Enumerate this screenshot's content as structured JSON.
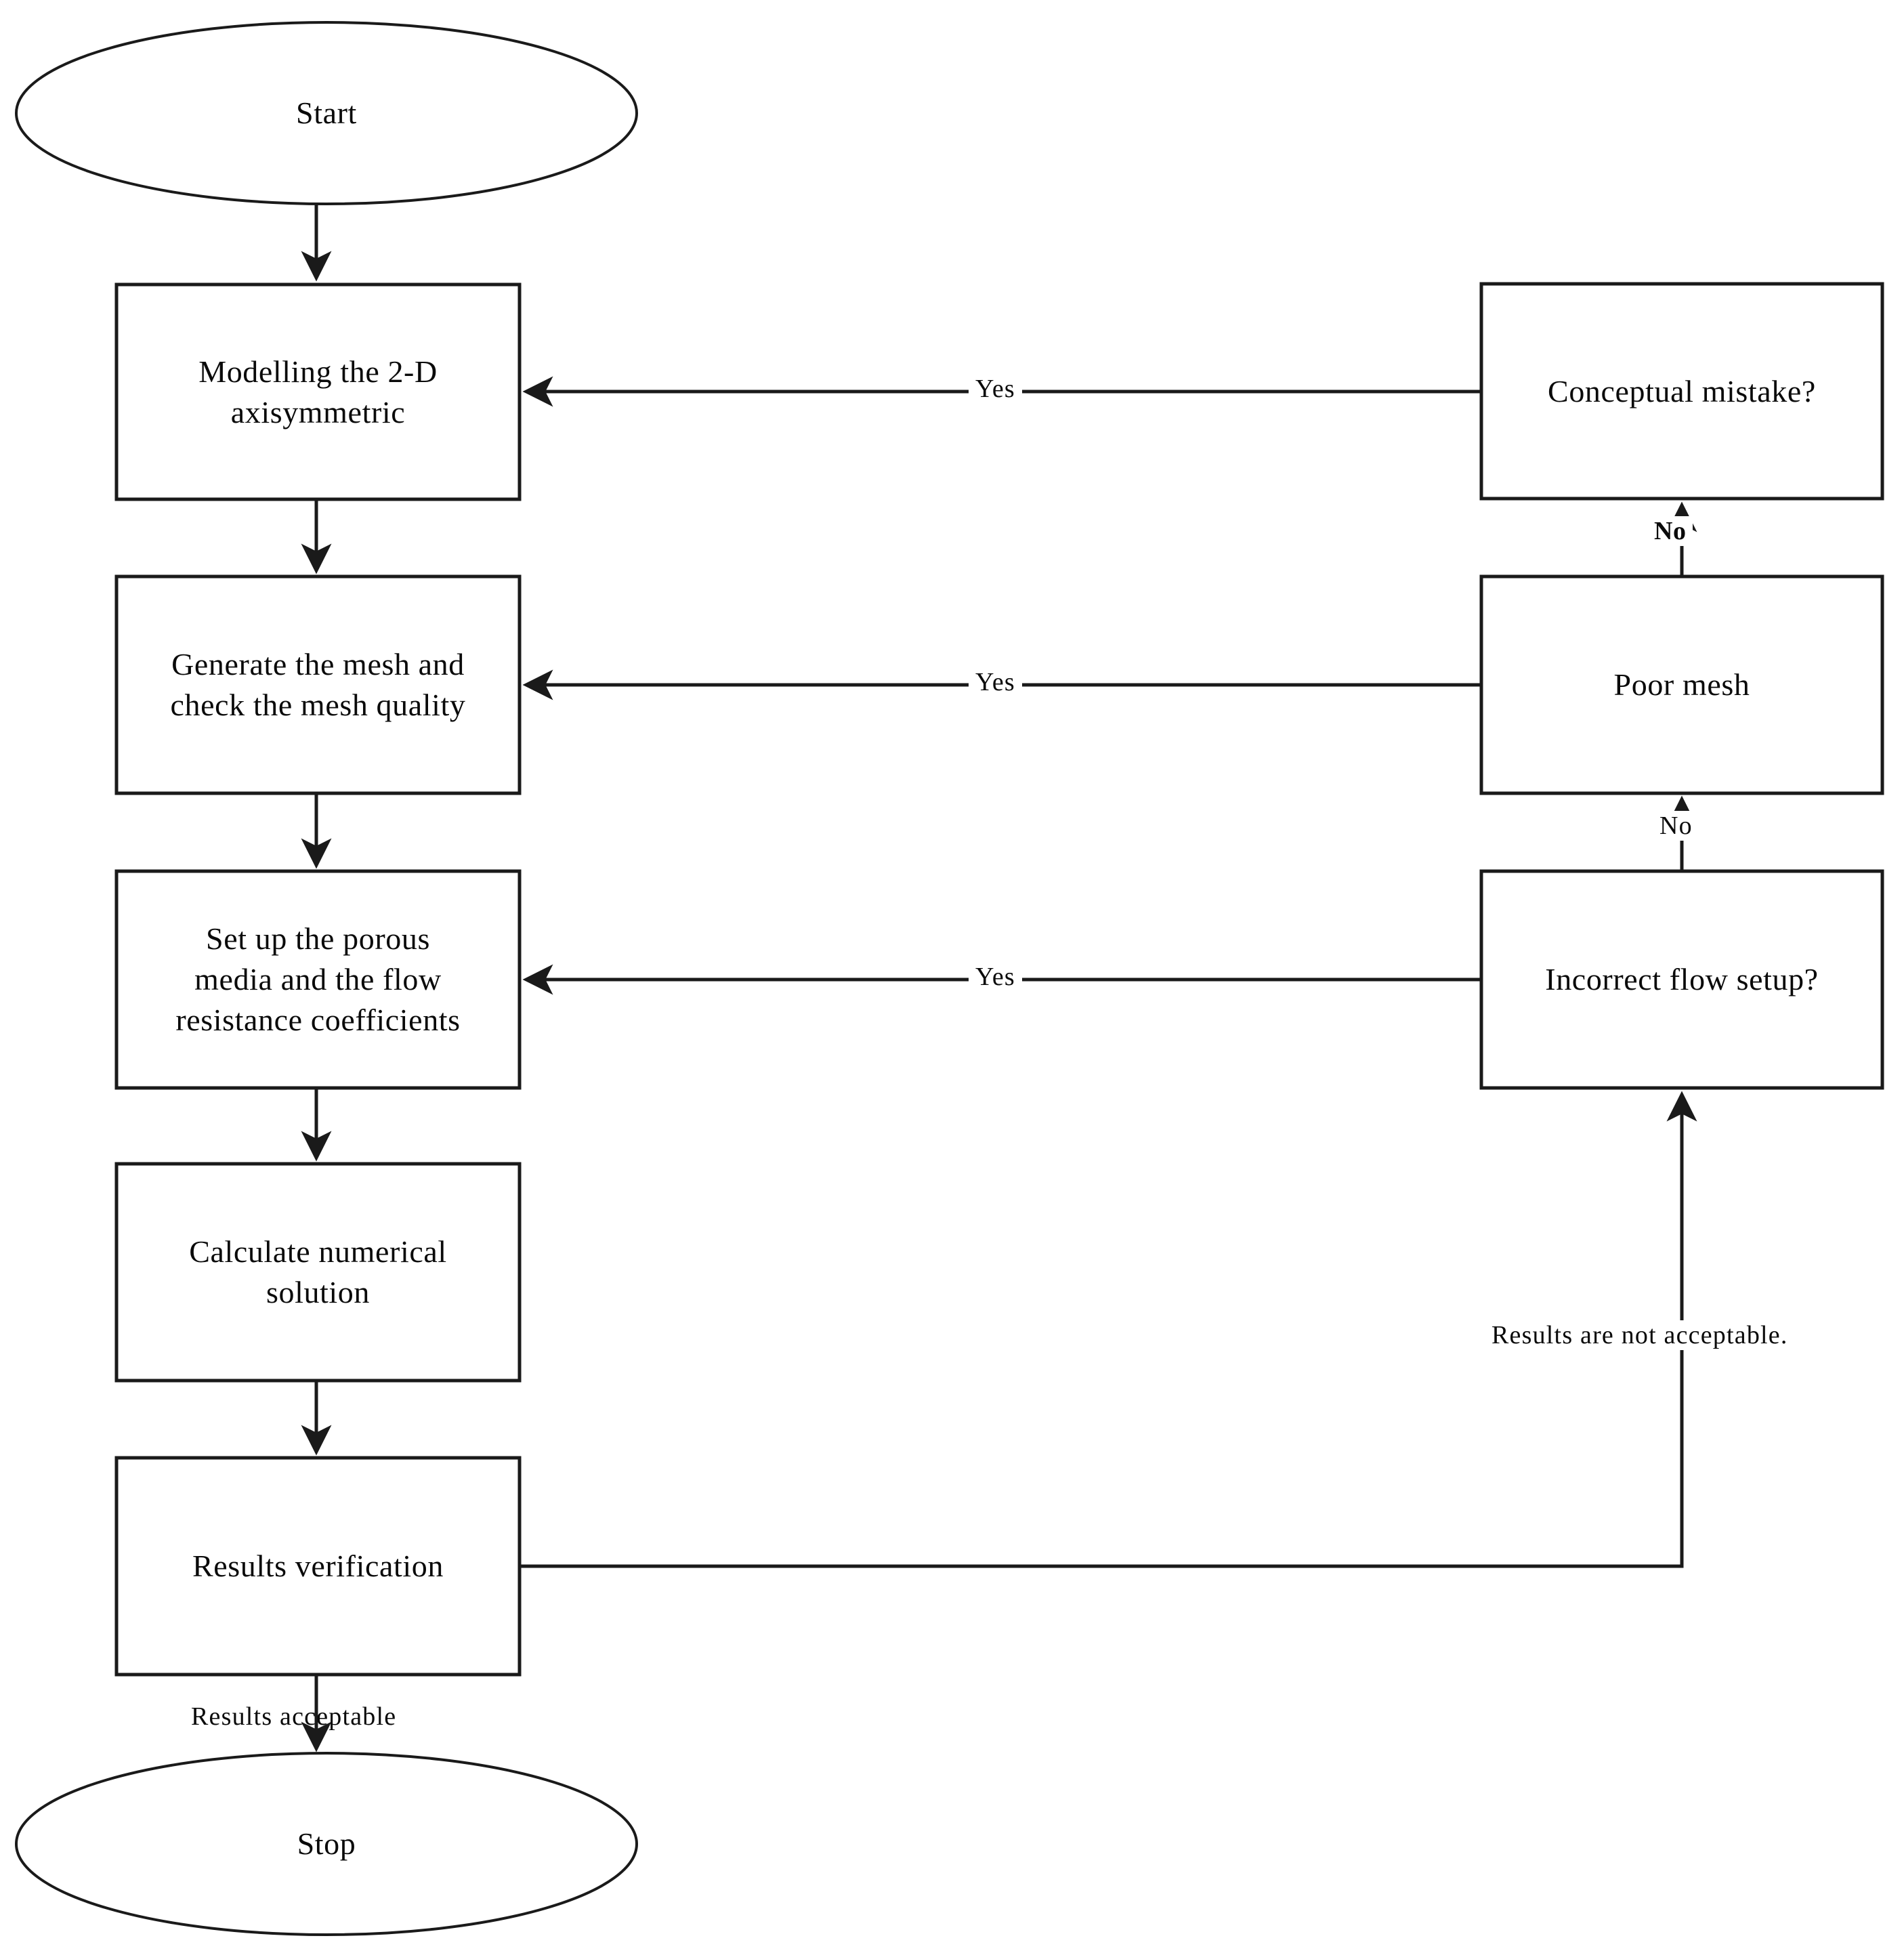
{
  "diagram": {
    "title": "CFD simulation procedure flowchart",
    "stroke_color": "#1a1a1a",
    "text_color": "#0a0a0a",
    "background_color": "#ffffff"
  },
  "nodes": [
    {
      "id": "start",
      "shape": "ellipse",
      "label": "Start"
    },
    {
      "id": "modelling",
      "shape": "rectangle",
      "label": "Modelling  the 2-D\naxisymmetric"
    },
    {
      "id": "mesh",
      "shape": "rectangle",
      "label": "Generate the mesh and\ncheck the mesh quality"
    },
    {
      "id": "porous",
      "shape": "rectangle",
      "label": "Set up the porous\nmedia and the flow\nresistance coefficients"
    },
    {
      "id": "calculate",
      "shape": "rectangle",
      "label": "Calculate numerical\nsolution"
    },
    {
      "id": "verify",
      "shape": "rectangle",
      "label": "Results verification"
    },
    {
      "id": "stop",
      "shape": "ellipse",
      "label": "Stop"
    },
    {
      "id": "conceptual",
      "shape": "rectangle",
      "label": "Conceptual mistake?"
    },
    {
      "id": "poormesh",
      "shape": "rectangle",
      "label": "Poor mesh"
    },
    {
      "id": "flowsetup",
      "shape": "rectangle",
      "label": "Incorrect flow setup?"
    }
  ],
  "edge_labels": {
    "yes_conceptual": "Yes",
    "yes_poormesh": "Yes",
    "yes_flowsetup": "Yes",
    "no_conceptual": "No",
    "no_poormesh": "No",
    "results_not_acceptable": "Results are not acceptable.",
    "results_acceptable": "Results acceptable"
  }
}
